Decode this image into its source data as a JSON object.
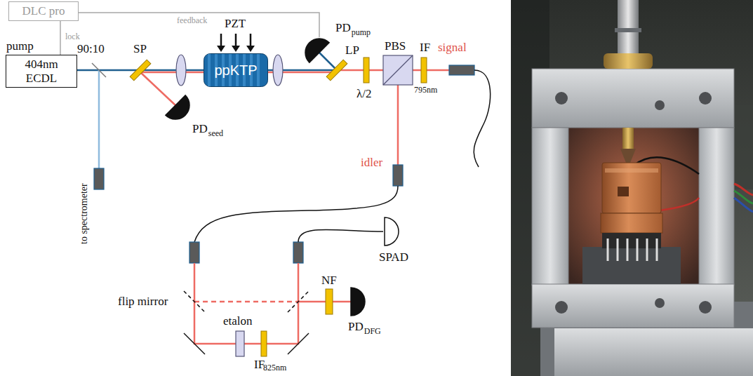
{
  "diagram": {
    "nodes": [
      {
        "text": [
          "DLC pro"
        ]
      },
      {
        "text": [
          "pump",
          "404nm ECDL"
        ]
      },
      {
        "text": [
          "ppKTP"
        ]
      },
      {
        "text": [
          "PD",
          "pump"
        ]
      },
      {
        "text": [
          "PD",
          "seed"
        ]
      },
      {
        "text": [
          "PD",
          "DFG"
        ]
      },
      {
        "text": [
          "SPAD"
        ]
      }
    ],
    "edges": [
      {
        "from": 0,
        "to": 1,
        "arrow": "none",
        "label": "lock"
      },
      {
        "from": 3,
        "to": 0,
        "arrow": "none",
        "label": "feedback"
      }
    ],
    "labels": [
      "90:10",
      "SP",
      "PZT",
      "LP",
      "λ/2",
      "PBS",
      "IF",
      "795nm",
      "signal",
      "idler",
      "to spectrometer",
      "flip mirror",
      "etalon",
      "IF",
      "825nm",
      "NF"
    ]
  }
}
